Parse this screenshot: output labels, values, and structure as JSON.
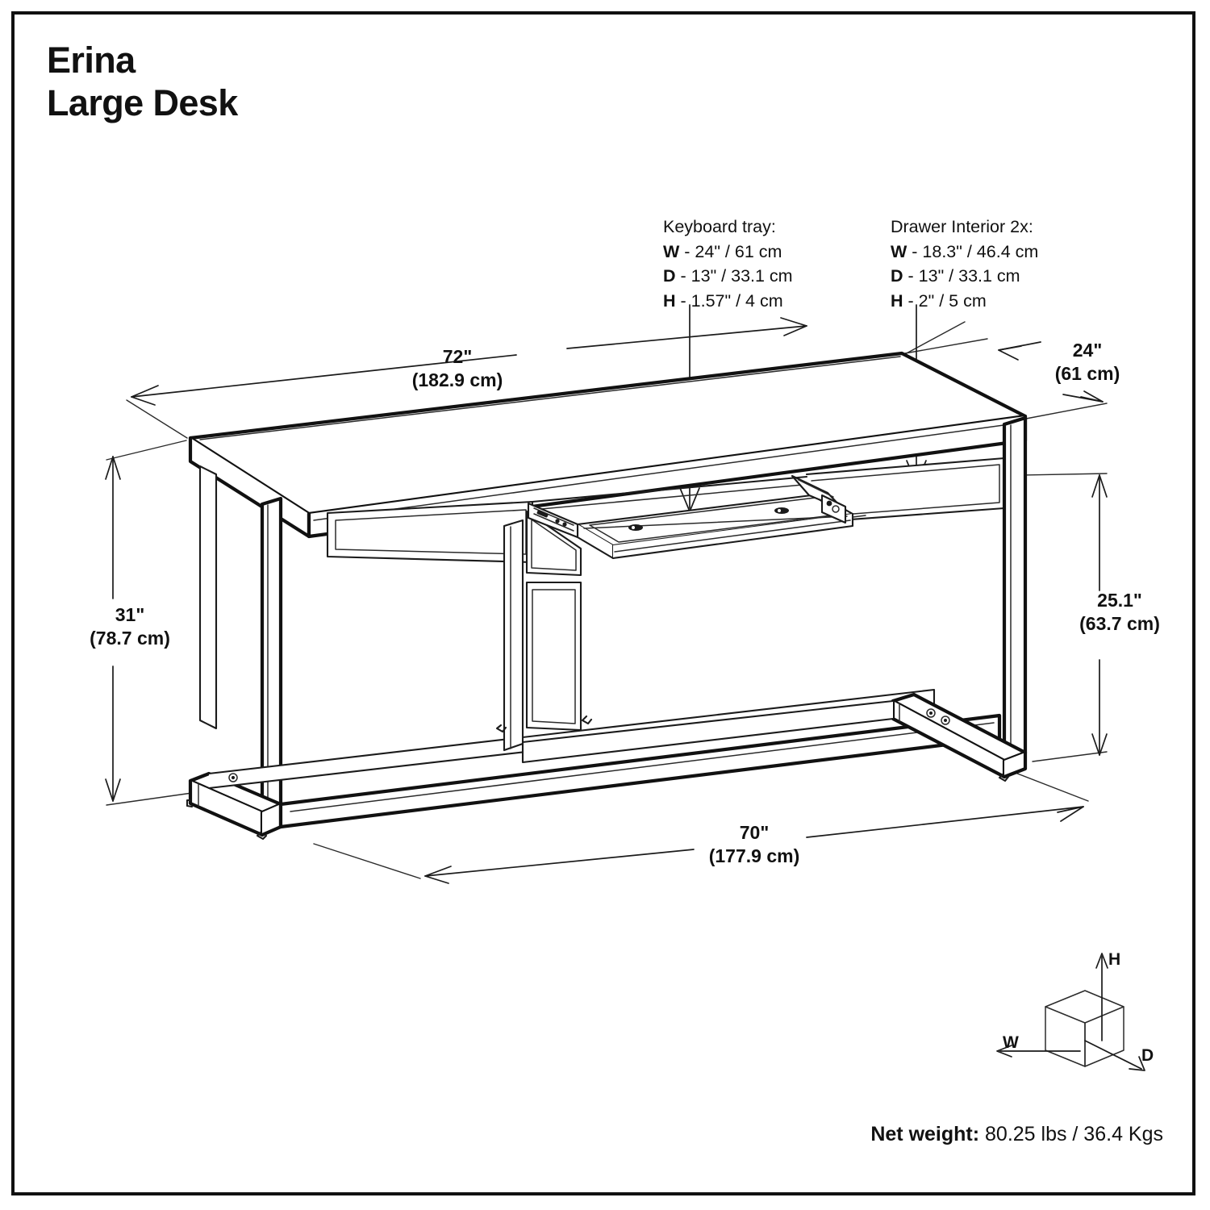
{
  "product": {
    "name_line1": "Erina",
    "name_line2": "Large Desk"
  },
  "callouts": {
    "keyboard_tray": {
      "heading": "Keyboard tray:",
      "w_letter": "W",
      "w_value": "- 24\" / 61 cm",
      "d_letter": "D",
      "d_value": "- 13\" / 33.1 cm",
      "h_letter": "H",
      "h_value": "- 1.57\" / 4 cm"
    },
    "drawer_interior": {
      "heading": "Drawer Interior 2x:",
      "w_letter": "W",
      "w_value": "- 18.3\" / 46.4 cm",
      "d_letter": "D",
      "d_value": "- 13\" / 33.1 cm",
      "h_letter": "H",
      "h_value": "- 2\" / 5 cm"
    }
  },
  "dimensions": {
    "top_width": {
      "imperial": "72\"",
      "metric": "(182.9 cm)"
    },
    "top_depth": {
      "imperial": "24\"",
      "metric": "(61 cm)"
    },
    "overall_height": {
      "imperial": "31\"",
      "metric": "(78.7 cm)"
    },
    "clearance_height": {
      "imperial": "25.1\"",
      "metric": "(63.7 cm)"
    },
    "base_width": {
      "imperial": "70\"",
      "metric": "(177.9 cm)"
    }
  },
  "legend": {
    "height_letter": "H",
    "width_letter": "W",
    "depth_letter": "D"
  },
  "weight": {
    "label": "Net weight:",
    "value": " 80.25 lbs / 36.4 Kgs"
  },
  "colors": {
    "line": "#1b1b1b",
    "text": "#111111",
    "background": "#ffffff"
  }
}
